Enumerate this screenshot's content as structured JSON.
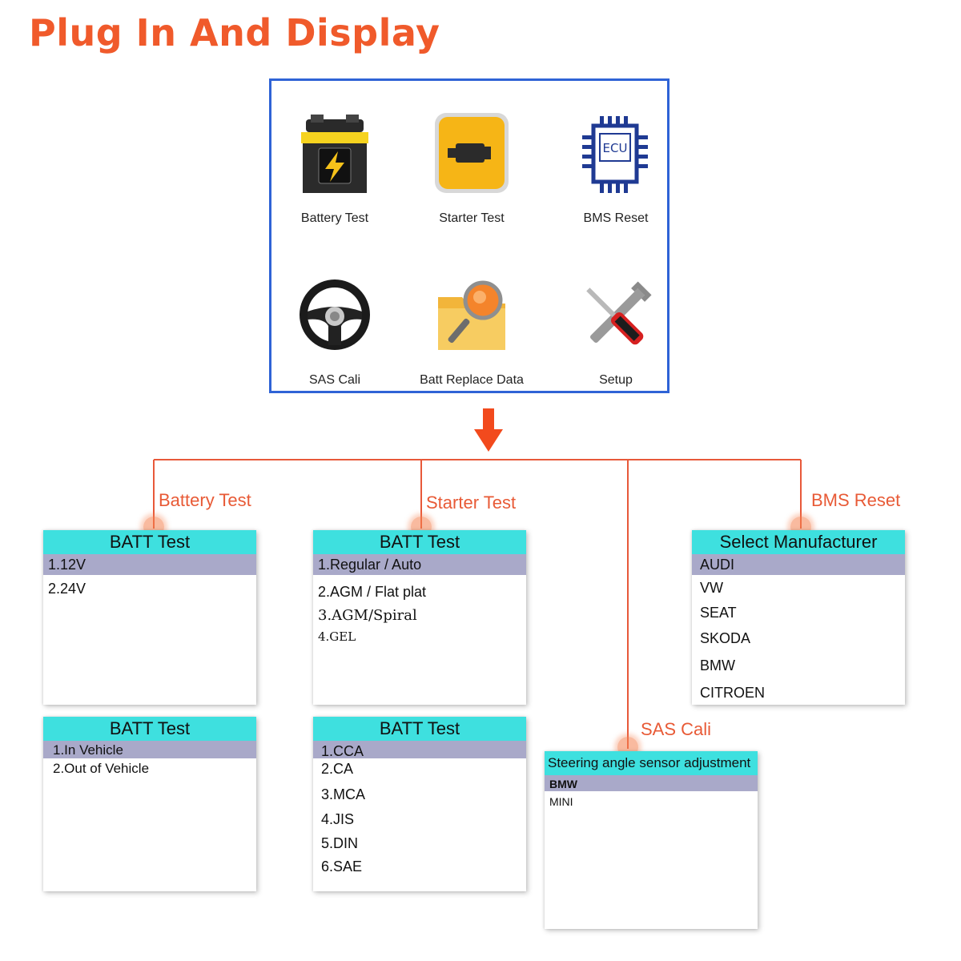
{
  "title": "Plug In And Display",
  "colors": {
    "title": "#f05a2b",
    "accent": "#e85a36",
    "header": "#3ee0df",
    "selected": "#a9a9c9",
    "frame": "#2f63d6"
  },
  "menu": [
    {
      "label": "Battery Test",
      "icon": "battery-icon"
    },
    {
      "label": "Starter Test",
      "icon": "starter-icon"
    },
    {
      "label": "BMS Reset",
      "icon": "ecu-chip-icon"
    },
    {
      "label": "SAS Cali",
      "icon": "steering-wheel-icon"
    },
    {
      "label": "Batt Replace Data",
      "icon": "folder-search-icon"
    },
    {
      "label": "Setup",
      "icon": "tools-icon"
    }
  ],
  "branches": {
    "battery": "Battery Test",
    "starter": "Starter Test",
    "sas": "SAS Cali",
    "bms": "BMS Reset"
  },
  "panels": {
    "batt_voltage": {
      "title": "BATT Test",
      "items": [
        "1.12V",
        "2.24V"
      ]
    },
    "batt_type": {
      "title": "BATT Test",
      "items": [
        "1.Regular / Auto",
        "2.AGM / Flat plat",
        "3.AGM/Spiral",
        "4.GEL"
      ]
    },
    "manufacturer": {
      "title": "Select Manufacturer",
      "items": [
        "AUDI",
        "VW",
        "SEAT",
        "SKODA",
        "BMW",
        "CITROEN"
      ]
    },
    "location": {
      "title": "BATT Test",
      "items": [
        "1.In Vehicle",
        "2.Out of Vehicle"
      ]
    },
    "standard": {
      "title": "BATT Test",
      "items": [
        "1.CCA",
        "2.CA",
        "3.MCA",
        "4.JIS",
        "5.DIN",
        "6.SAE"
      ]
    },
    "steering": {
      "title": "Steering angle sensor adjustment",
      "items": [
        "BMW",
        "MINI"
      ]
    }
  }
}
